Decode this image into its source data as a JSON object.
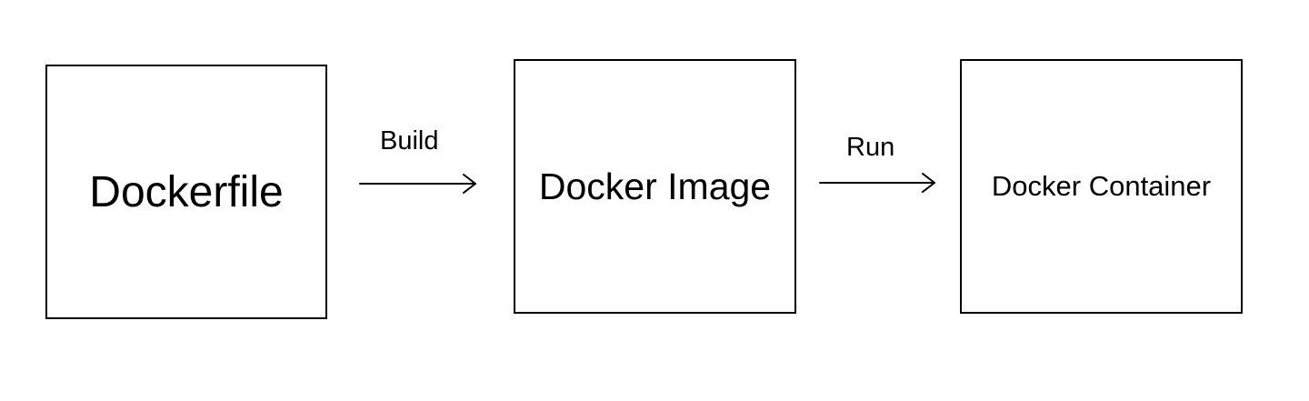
{
  "nodes": {
    "dockerfile": {
      "label": "Dockerfile"
    },
    "image": {
      "label": "Docker Image"
    },
    "container": {
      "label": "Docker Container"
    }
  },
  "edges": {
    "build": {
      "label": "Build",
      "from": "Dockerfile",
      "to": "Docker Image"
    },
    "run": {
      "label": "Run",
      "from": "Docker Image",
      "to": "Docker Container"
    }
  },
  "colors": {
    "stroke": "#000000",
    "background": "#ffffff"
  }
}
